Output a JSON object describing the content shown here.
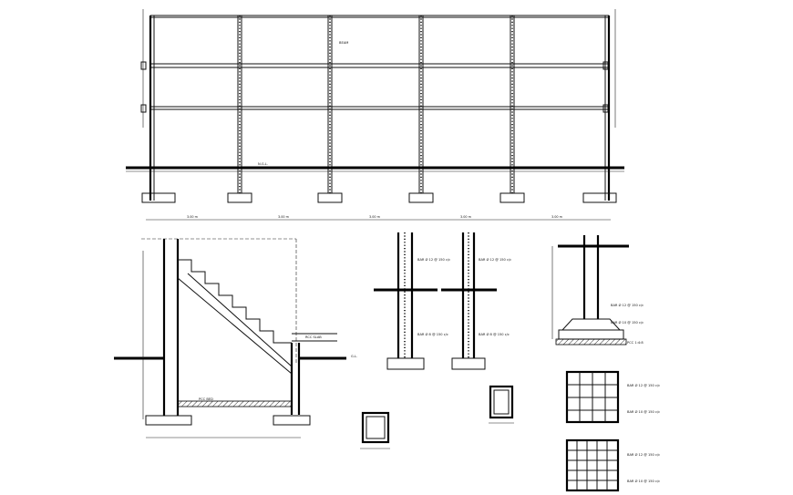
{
  "elevation": {
    "name": "boundary-wall-elevation",
    "labels": [
      "3.00 m",
      "3.00 m",
      "3.00 m",
      "3.00 m",
      "3.00 m"
    ],
    "notes": [
      "BEAM",
      "N.G.L."
    ]
  },
  "stair_section": {
    "name": "stair-section",
    "notes": [
      "RCC SLAB",
      "PCC BED",
      "G.L."
    ]
  },
  "column_details": {
    "notes": [
      "BAR Ø 12 @ 150 c/c",
      "BAR Ø 8 @ 150 c/c",
      "BAR Ø 12 @ 150 c/c",
      "BAR Ø 8 @ 150 c/c"
    ]
  },
  "footing_detail": {
    "notes": [
      "BAR Ø 12 @ 150 c/c",
      "BAR Ø 10 @ 150 c/c",
      "PCC 1:4:8"
    ]
  },
  "footing_plans": {
    "notes": [
      "BAR Ø 12 @ 150 c/c",
      "BAR Ø 10 @ 150 c/c",
      "BAR Ø 12 @ 150 c/c",
      "BAR Ø 10 @ 150 c/c"
    ]
  }
}
